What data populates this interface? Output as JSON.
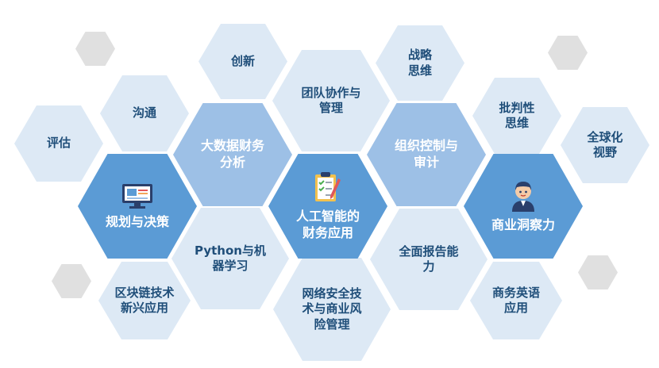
{
  "colors": {
    "light": "#dde9f5",
    "mid": "#9dc0e6",
    "dark": "#5b9bd5",
    "grey": "#e0e0e0",
    "text_dark": "#1f4e79"
  },
  "hexes": {
    "chuangxin": "创新",
    "zhanlue": "战略\n思维",
    "goutong": "沟通",
    "tuandui": "团队协作与\n管理",
    "pipan": "批判性\n思维",
    "pinggu": "评估",
    "quanqiu": "全球化\n视野",
    "dashuju": "大数据财务\n分析",
    "zuzhi": "组织控制与\n审计",
    "guihua": "规划与决策",
    "rengong": "人工智能的\n财务应用",
    "shangye": "商业洞察力",
    "python": "Python与机\n器学习",
    "quanmian": "全面报告能\n力",
    "qukuailian": "区块链技术\n新兴应用",
    "shangwu": "商务英语\n应用",
    "wangluo": "网络安全技\n术与商业风\n险管理"
  },
  "icons": {
    "planning": "monitor-icon",
    "ai": "clipboard-checklist-icon",
    "insight": "person-avatar-icon"
  }
}
